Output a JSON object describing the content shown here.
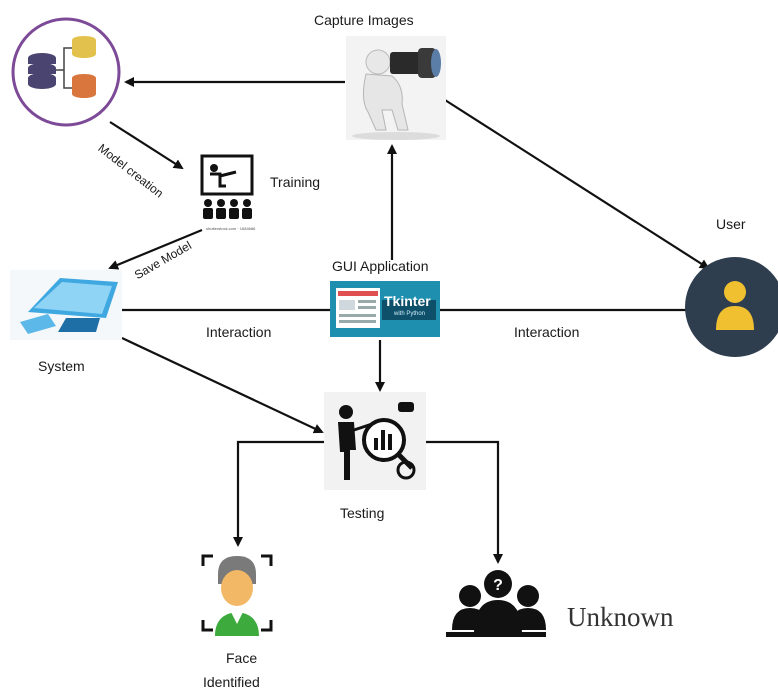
{
  "nodes": {
    "database": {
      "icon": "database-icon"
    },
    "capture": {
      "label": "Capture Images",
      "icon": "photographer-icon"
    },
    "training": {
      "label": "Training",
      "icon": "classroom-icon",
      "caption": "shutterstock.com · 1684686"
    },
    "user": {
      "label": "User",
      "icon": "user-avatar-icon"
    },
    "gui": {
      "label": "GUI Application",
      "banner_title": "Tkinter",
      "banner_sub": "with Python",
      "icon": "tkinter-icon"
    },
    "system": {
      "label": "System",
      "icon": "computer-icon"
    },
    "testing": {
      "label": "Testing",
      "icon": "analysis-icon"
    },
    "face": {
      "label_line1": "Face",
      "label_line2": "Identified",
      "icon": "face-scan-icon"
    },
    "unknown": {
      "label": "Unknown",
      "icon": "unknown-group-icon"
    }
  },
  "edges": {
    "model_creation": "Model creation",
    "save_model": "Save Model",
    "interaction_left": "Interaction",
    "interaction_right": "Interaction"
  }
}
